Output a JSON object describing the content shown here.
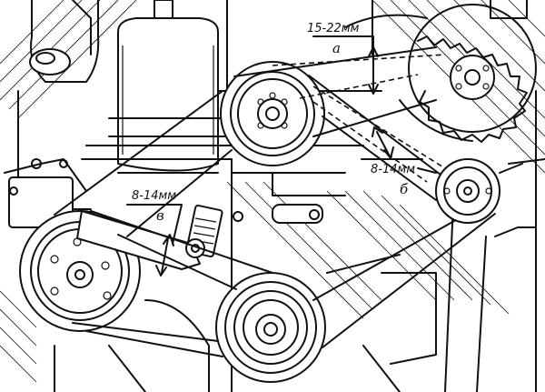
{
  "measurements": [
    {
      "id": "a",
      "value": "15-22мм",
      "letter": "а"
    },
    {
      "id": "b",
      "value": "8-14мм",
      "letter": "б"
    },
    {
      "id": "v",
      "value": "8-14мм",
      "letter": "в"
    }
  ]
}
